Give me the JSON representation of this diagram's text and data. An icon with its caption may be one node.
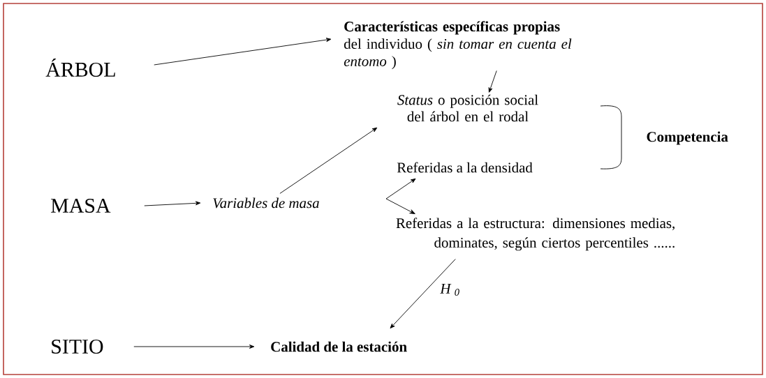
{
  "diagram": {
    "nodes": [
      {
        "text": [
          "ÁRBOL"
        ]
      },
      {
        "text": [
          "**Características específicas propias** del individuo ( *sin tomar en cuenta el entomo* )"
        ]
      },
      {
        "text": [
          "*Status* o posición social del árbol en el rodal"
        ]
      },
      {
        "text": [
          "Referidas a la densidad"
        ]
      },
      {
        "text": [
          "MASA"
        ]
      },
      {
        "text": [
          "Variables de masa"
        ]
      },
      {
        "text": [
          "Referidas a la estructura: dimensiones medias, dominates, según ciertos percentiles ......"
        ]
      },
      {
        "text": [
          "SITIO"
        ]
      },
      {
        "text": [
          "Calidad de la estación"
        ]
      }
    ],
    "edges": [
      {
        "from": 0,
        "to": 1,
        "arrow": "to"
      },
      {
        "from": 1,
        "to": 2,
        "arrow": "to"
      },
      {
        "from": 5,
        "to": 2,
        "arrow": "to"
      },
      {
        "from": 4,
        "to": 5,
        "arrow": "to"
      },
      {
        "from": null,
        "to": 3,
        "arrow": "to"
      },
      {
        "from": null,
        "to": 6,
        "arrow": "to"
      },
      {
        "from": 6,
        "to": 8,
        "arrow": "to",
        "label": "H $_{0}$"
      },
      {
        "from": 7,
        "to": 8,
        "arrow": "to"
      }
    ],
    "labels": [
      "Competencia"
    ]
  }
}
